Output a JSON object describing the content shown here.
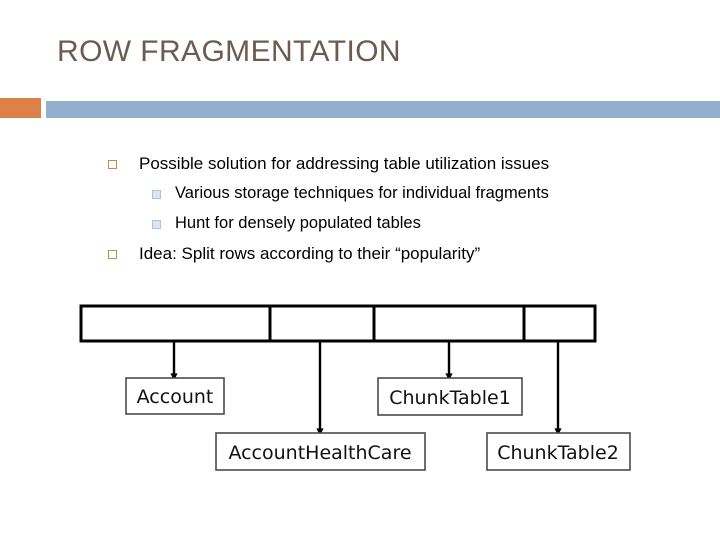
{
  "slide": {
    "title": "ROW FRAGMENTATION",
    "title_color": "#6B5B51",
    "accent_orange": "#DD8148",
    "accent_blue": "#92B0CD",
    "bullet_level1_color": "#C08A55",
    "bullet_level2_color": "#AEC2D6"
  },
  "bullets": [
    {
      "level": 1,
      "marker": "square-bullet-icon",
      "text": "Possible solution for addressing table utilization issues"
    },
    {
      "level": 2,
      "marker": "square-bullet-icon",
      "text": "Various storage techniques for individual fragments"
    },
    {
      "level": 2,
      "marker": "square-bullet-icon",
      "text": "Hunt for densely populated tables"
    },
    {
      "level": 1,
      "marker": "square-bullet-icon",
      "text": "Idea: Split rows according to their “popularity”"
    }
  ],
  "diagram": {
    "type": "row-fragmentation-diagram",
    "row": {
      "name": "source-row",
      "cells": [
        "",
        "",
        "",
        ""
      ],
      "cell_widths": [
        189,
        104,
        150,
        71
      ]
    },
    "targets": [
      {
        "id": "account",
        "label": "Account"
      },
      {
        "id": "account-health-care",
        "label": "AccountHealthCare"
      },
      {
        "id": "chunk-table-1",
        "label": "ChunkTable1"
      },
      {
        "id": "chunk-table-2",
        "label": "ChunkTable2"
      }
    ],
    "connectors": [
      {
        "from_cell": 0,
        "to": "account"
      },
      {
        "from_cell": 1,
        "to": "account-health-care"
      },
      {
        "from_cell": 2,
        "to": "chunk-table-1"
      },
      {
        "from_cell": 3,
        "to": "chunk-table-2"
      }
    ]
  }
}
